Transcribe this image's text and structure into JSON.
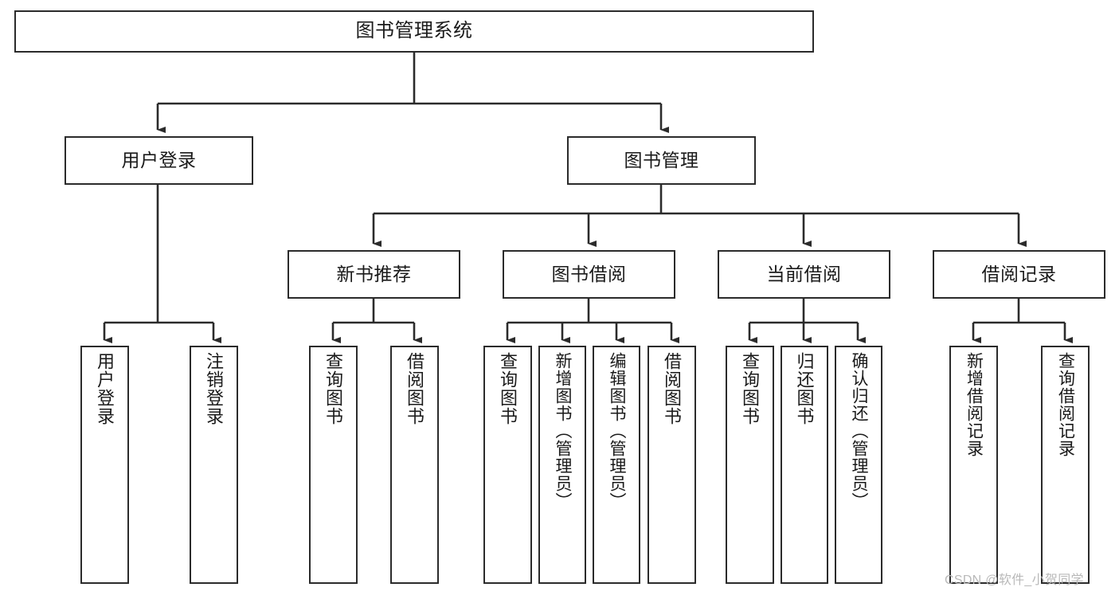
{
  "diagram": {
    "type": "tree-hierarchy",
    "title": "图书管理系统",
    "root": {
      "id": "root",
      "label": "图书管理系统"
    },
    "level2": [
      {
        "id": "user-login",
        "label": "用户登录"
      },
      {
        "id": "book-manage",
        "label": "图书管理"
      }
    ],
    "level3": [
      {
        "id": "new-book-recommend",
        "label": "新书推荐",
        "parent": "book-manage"
      },
      {
        "id": "book-borrow",
        "label": "图书借阅",
        "parent": "book-manage"
      },
      {
        "id": "current-borrow",
        "label": "当前借阅",
        "parent": "book-manage"
      },
      {
        "id": "borrow-record",
        "label": "借阅记录",
        "parent": "book-manage"
      }
    ],
    "leaves": {
      "user-login": [
        {
          "id": "leaf-user-login",
          "label": "用户登录"
        },
        {
          "id": "leaf-user-logout",
          "label": "注销登录"
        }
      ],
      "new-book-recommend": [
        {
          "id": "leaf-query-book-1",
          "label": "查询图书"
        },
        {
          "id": "leaf-borrow-book-1",
          "label": "借阅图书"
        }
      ],
      "book-borrow": [
        {
          "id": "leaf-query-book-2",
          "label": "查询图书"
        },
        {
          "id": "leaf-add-book",
          "label": "新增图书（管理员）"
        },
        {
          "id": "leaf-edit-book",
          "label": "编辑图书（管理员）"
        },
        {
          "id": "leaf-borrow-book-2",
          "label": "借阅图书"
        }
      ],
      "current-borrow": [
        {
          "id": "leaf-query-book-3",
          "label": "查询图书"
        },
        {
          "id": "leaf-return-book",
          "label": "归还图书"
        },
        {
          "id": "leaf-confirm-return",
          "label": "确认归还（管理员）"
        }
      ],
      "borrow-record": [
        {
          "id": "leaf-add-record",
          "label": "新增借阅记录"
        },
        {
          "id": "leaf-query-record",
          "label": "查询借阅记录"
        }
      ]
    },
    "colors": {
      "stroke": "#2b2b2b",
      "fill": "#ffffff",
      "text": "#1a1a1a",
      "watermark": "#b9b9b9"
    }
  },
  "watermark": {
    "text": "CSDN @软件_小贺同学"
  }
}
